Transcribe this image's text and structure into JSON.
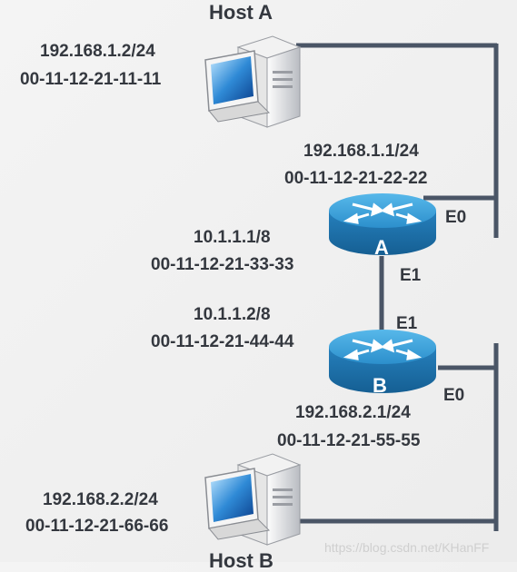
{
  "host_a": {
    "title": "Host A",
    "ip": "192.168.1.2/24",
    "mac": "00-11-12-21-11-11"
  },
  "host_b": {
    "title": "Host B",
    "ip": "192.168.2.2/24",
    "mac": "00-11-12-21-66-66"
  },
  "router_a": {
    "name": "A",
    "e0_ip": "192.168.1.1/24",
    "e0_mac": "00-11-12-21-22-22",
    "e0_label": "E0",
    "e1_ip": "10.1.1.1/8",
    "e1_mac": "00-11-12-21-33-33",
    "e1_label": "E1"
  },
  "router_b": {
    "name": "B",
    "e1_ip": "10.1.1.2/8",
    "e1_mac": "00-11-12-21-44-44",
    "e1_label": "E1",
    "e0_ip": "192.168.2.1/24",
    "e0_mac": "00-11-12-21-55-55",
    "e0_label": "E0"
  },
  "watermark": "https://blog.csdn.net/KHanFF",
  "colors": {
    "link": "#4a5566",
    "router_top": "#3aa3d8",
    "router_side": "#1d6fa6",
    "text": "#34383f"
  }
}
